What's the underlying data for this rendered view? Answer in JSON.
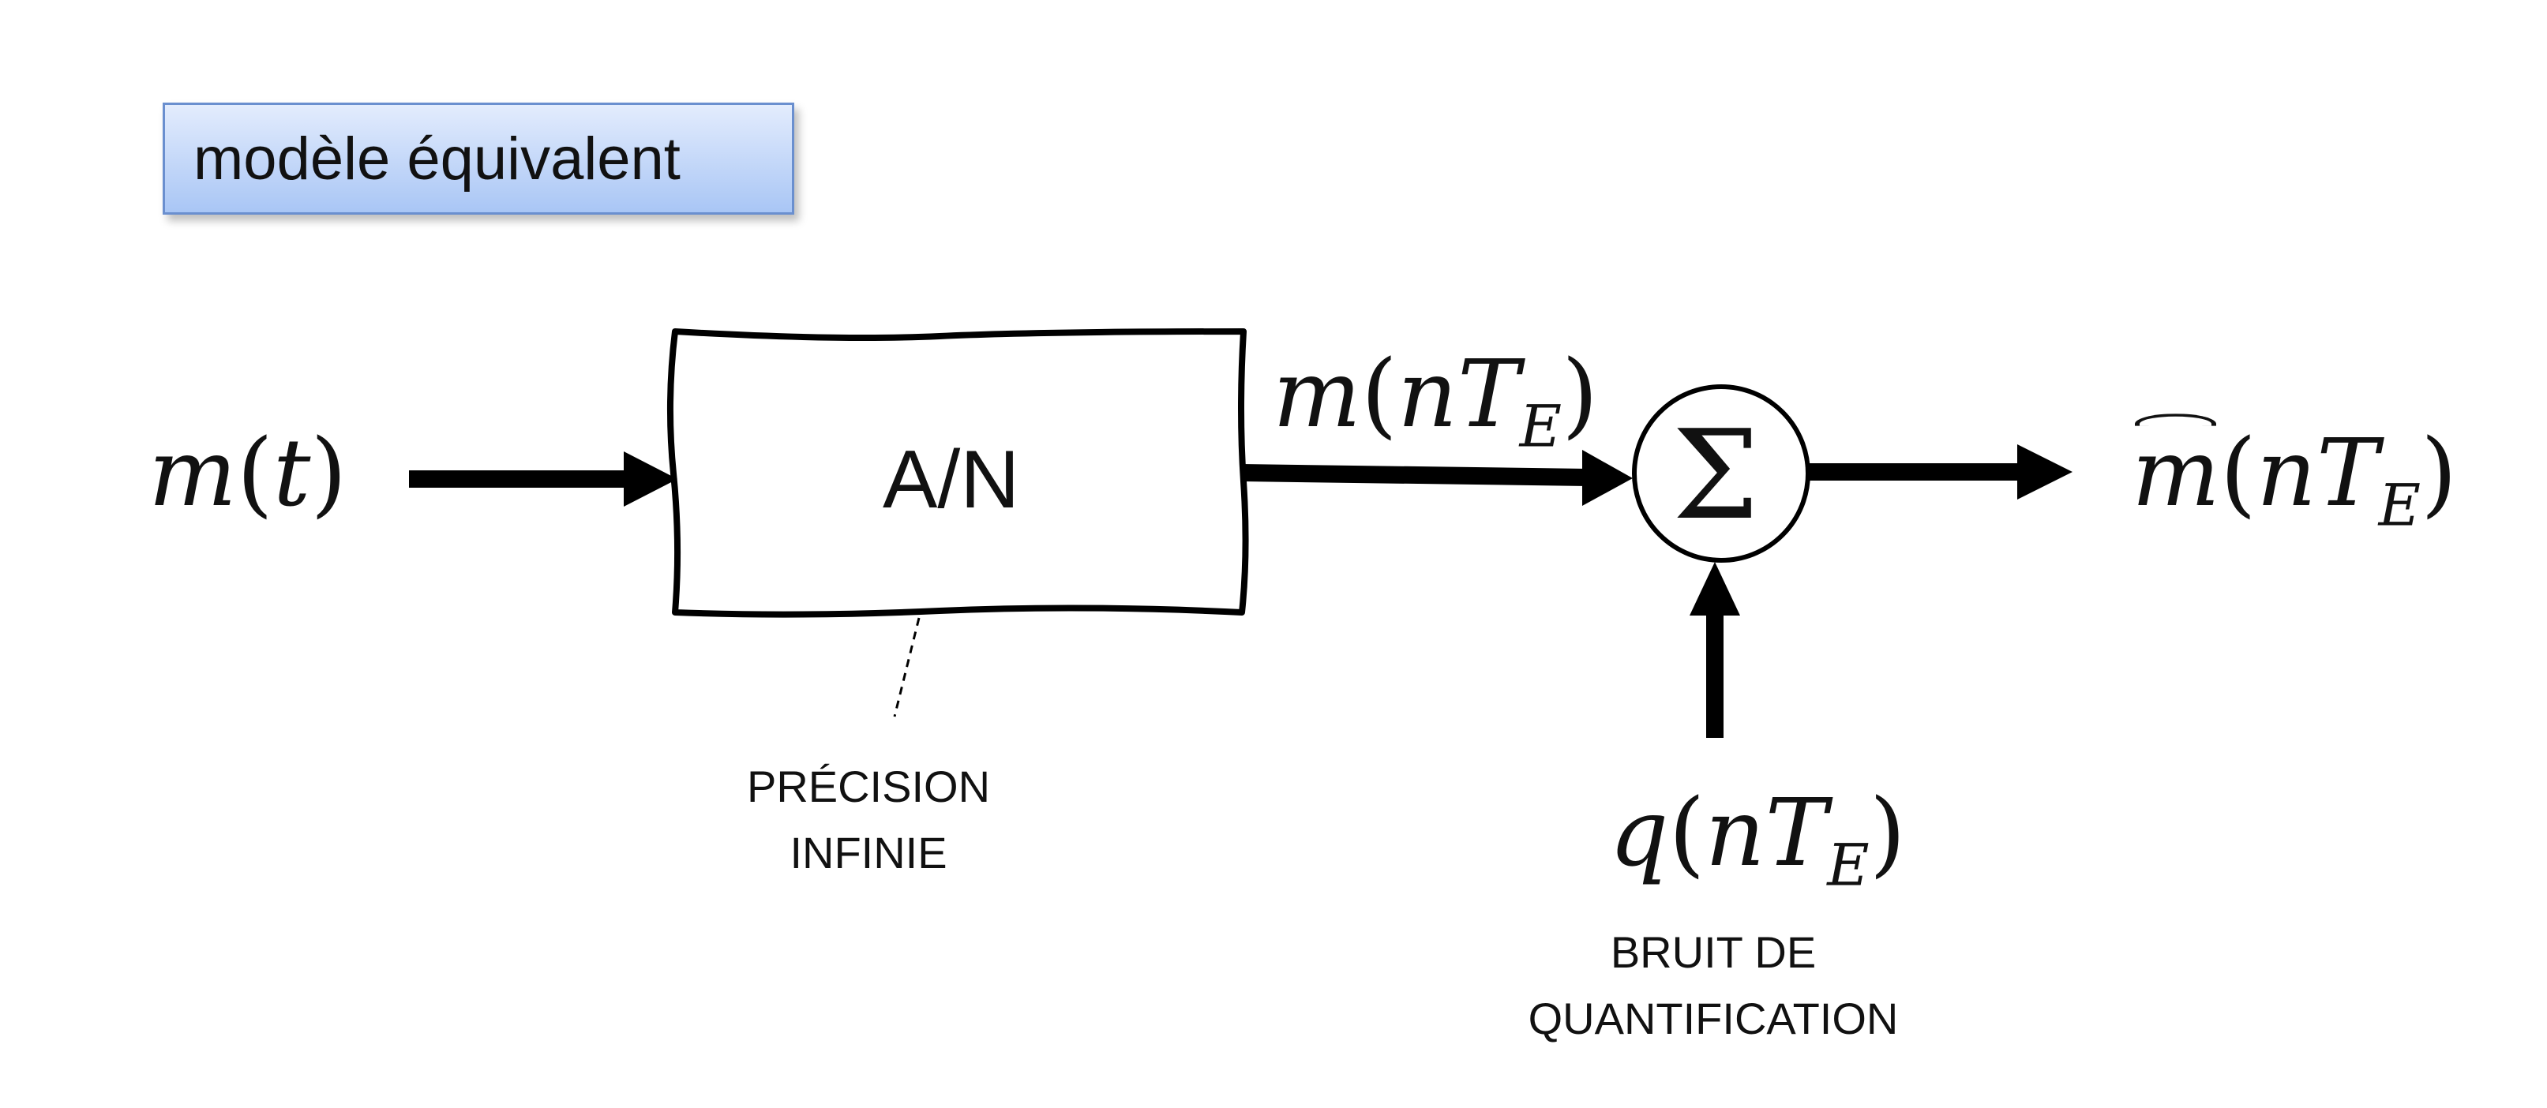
{
  "title": "modèle équivalent",
  "block": {
    "label": "A/N"
  },
  "summer": {
    "symbol": "Σ"
  },
  "signals": {
    "input": {
      "name": "m",
      "arg": "t"
    },
    "sampled": {
      "name": "m",
      "arg_var": "nT",
      "arg_sub": "E"
    },
    "output": {
      "name": "m",
      "arg_var": "nT",
      "arg_sub": "E"
    },
    "noise": {
      "name": "q",
      "arg_var": "nT",
      "arg_sub": "E"
    }
  },
  "notes": {
    "precision": [
      "PRÉCISION",
      "INFINIE"
    ],
    "noise": [
      "BRUIT DE",
      "QUANTIFICATION"
    ]
  }
}
